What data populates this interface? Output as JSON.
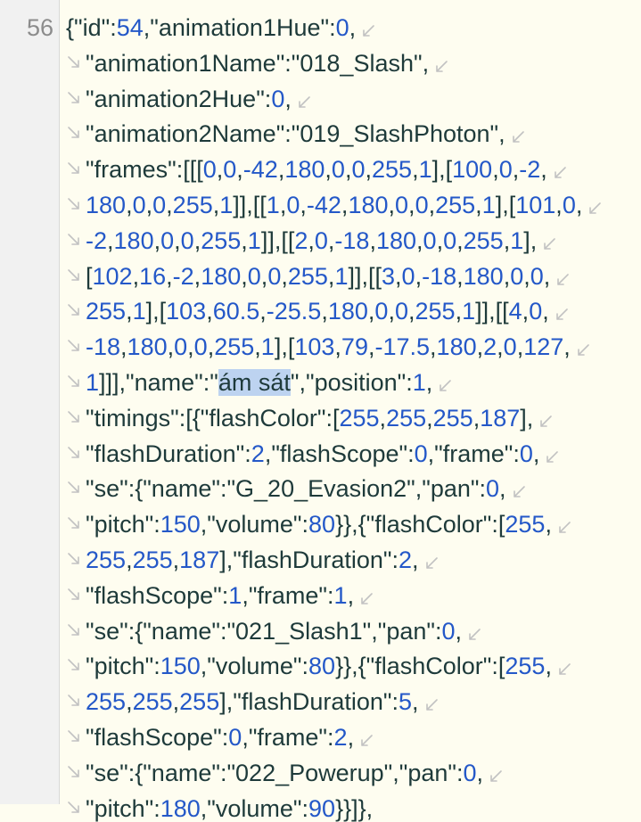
{
  "editor": {
    "line_number": "56",
    "wrap_icon_start": "wrap-continue-icon",
    "wrap_icon_end": "wrap-arrow-icon",
    "colors": {
      "background": "#fefdf0",
      "gutter": "#f1f1f1",
      "text": "#1e3a3a",
      "number": "#2458c8",
      "selection": "#bdd3f0",
      "wrap_icon": "#c2c2c2"
    },
    "lines": [
      [
        [
          "p",
          "{"
        ],
        [
          "s",
          "\"id\""
        ],
        [
          "p",
          ":"
        ],
        [
          "n",
          "54"
        ],
        [
          "p",
          ","
        ],
        [
          "s",
          "\"animation1Hue\""
        ],
        [
          "p",
          ":"
        ],
        [
          "n",
          "0"
        ],
        [
          "p",
          ","
        ]
      ],
      [
        [
          "s",
          "\"animation1Name\""
        ],
        [
          "p",
          ":"
        ],
        [
          "s",
          "\"018_Slash\""
        ],
        [
          "p",
          ","
        ]
      ],
      [
        [
          "s",
          "\"animation2Hue\""
        ],
        [
          "p",
          ":"
        ],
        [
          "n",
          "0"
        ],
        [
          "p",
          ","
        ]
      ],
      [
        [
          "s",
          "\"animation2Name\""
        ],
        [
          "p",
          ":"
        ],
        [
          "s",
          "\"019_SlashPhoton\""
        ],
        [
          "p",
          ","
        ]
      ],
      [
        [
          "s",
          "\"frames\""
        ],
        [
          "p",
          ":[[["
        ],
        [
          "n",
          "0"
        ],
        [
          "p",
          ","
        ],
        [
          "n",
          "0"
        ],
        [
          "p",
          ","
        ],
        [
          "n",
          "-42"
        ],
        [
          "p",
          ","
        ],
        [
          "n",
          "180"
        ],
        [
          "p",
          ","
        ],
        [
          "n",
          "0"
        ],
        [
          "p",
          ","
        ],
        [
          "n",
          "0"
        ],
        [
          "p",
          ","
        ],
        [
          "n",
          "255"
        ],
        [
          "p",
          ","
        ],
        [
          "n",
          "1"
        ],
        [
          "p",
          "],["
        ],
        [
          "n",
          "100"
        ],
        [
          "p",
          ","
        ],
        [
          "n",
          "0"
        ],
        [
          "p",
          ","
        ],
        [
          "n",
          "-2"
        ],
        [
          "p",
          ","
        ]
      ],
      [
        [
          "n",
          "180"
        ],
        [
          "p",
          ","
        ],
        [
          "n",
          "0"
        ],
        [
          "p",
          ","
        ],
        [
          "n",
          "0"
        ],
        [
          "p",
          ","
        ],
        [
          "n",
          "255"
        ],
        [
          "p",
          ","
        ],
        [
          "n",
          "1"
        ],
        [
          "p",
          "]],[["
        ],
        [
          "n",
          "1"
        ],
        [
          "p",
          ","
        ],
        [
          "n",
          "0"
        ],
        [
          "p",
          ","
        ],
        [
          "n",
          "-42"
        ],
        [
          "p",
          ","
        ],
        [
          "n",
          "180"
        ],
        [
          "p",
          ","
        ],
        [
          "n",
          "0"
        ],
        [
          "p",
          ","
        ],
        [
          "n",
          "0"
        ],
        [
          "p",
          ","
        ],
        [
          "n",
          "255"
        ],
        [
          "p",
          ","
        ],
        [
          "n",
          "1"
        ],
        [
          "p",
          "],["
        ],
        [
          "n",
          "101"
        ],
        [
          "p",
          ","
        ],
        [
          "n",
          "0"
        ],
        [
          "p",
          ","
        ]
      ],
      [
        [
          "n",
          "-2"
        ],
        [
          "p",
          ","
        ],
        [
          "n",
          "180"
        ],
        [
          "p",
          ","
        ],
        [
          "n",
          "0"
        ],
        [
          "p",
          ","
        ],
        [
          "n",
          "0"
        ],
        [
          "p",
          ","
        ],
        [
          "n",
          "255"
        ],
        [
          "p",
          ","
        ],
        [
          "n",
          "1"
        ],
        [
          "p",
          "]],[["
        ],
        [
          "n",
          "2"
        ],
        [
          "p",
          ","
        ],
        [
          "n",
          "0"
        ],
        [
          "p",
          ","
        ],
        [
          "n",
          "-18"
        ],
        [
          "p",
          ","
        ],
        [
          "n",
          "180"
        ],
        [
          "p",
          ","
        ],
        [
          "n",
          "0"
        ],
        [
          "p",
          ","
        ],
        [
          "n",
          "0"
        ],
        [
          "p",
          ","
        ],
        [
          "n",
          "255"
        ],
        [
          "p",
          ","
        ],
        [
          "n",
          "1"
        ],
        [
          "p",
          "],"
        ]
      ],
      [
        [
          "p",
          "["
        ],
        [
          "n",
          "102"
        ],
        [
          "p",
          ","
        ],
        [
          "n",
          "16"
        ],
        [
          "p",
          ","
        ],
        [
          "n",
          "-2"
        ],
        [
          "p",
          ","
        ],
        [
          "n",
          "180"
        ],
        [
          "p",
          ","
        ],
        [
          "n",
          "0"
        ],
        [
          "p",
          ","
        ],
        [
          "n",
          "0"
        ],
        [
          "p",
          ","
        ],
        [
          "n",
          "255"
        ],
        [
          "p",
          ","
        ],
        [
          "n",
          "1"
        ],
        [
          "p",
          "]],[["
        ],
        [
          "n",
          "3"
        ],
        [
          "p",
          ","
        ],
        [
          "n",
          "0"
        ],
        [
          "p",
          ","
        ],
        [
          "n",
          "-18"
        ],
        [
          "p",
          ","
        ],
        [
          "n",
          "180"
        ],
        [
          "p",
          ","
        ],
        [
          "n",
          "0"
        ],
        [
          "p",
          ","
        ],
        [
          "n",
          "0"
        ],
        [
          "p",
          ","
        ]
      ],
      [
        [
          "n",
          "255"
        ],
        [
          "p",
          ","
        ],
        [
          "n",
          "1"
        ],
        [
          "p",
          "],["
        ],
        [
          "n",
          "103"
        ],
        [
          "p",
          ","
        ],
        [
          "n",
          "60.5"
        ],
        [
          "p",
          ","
        ],
        [
          "n",
          "-25.5"
        ],
        [
          "p",
          ","
        ],
        [
          "n",
          "180"
        ],
        [
          "p",
          ","
        ],
        [
          "n",
          "0"
        ],
        [
          "p",
          ","
        ],
        [
          "n",
          "0"
        ],
        [
          "p",
          ","
        ],
        [
          "n",
          "255"
        ],
        [
          "p",
          ","
        ],
        [
          "n",
          "1"
        ],
        [
          "p",
          "]],[["
        ],
        [
          "n",
          "4"
        ],
        [
          "p",
          ","
        ],
        [
          "n",
          "0"
        ],
        [
          "p",
          ","
        ]
      ],
      [
        [
          "n",
          "-18"
        ],
        [
          "p",
          ","
        ],
        [
          "n",
          "180"
        ],
        [
          "p",
          ","
        ],
        [
          "n",
          "0"
        ],
        [
          "p",
          ","
        ],
        [
          "n",
          "0"
        ],
        [
          "p",
          ","
        ],
        [
          "n",
          "255"
        ],
        [
          "p",
          ","
        ],
        [
          "n",
          "1"
        ],
        [
          "p",
          "],["
        ],
        [
          "n",
          "103"
        ],
        [
          "p",
          ","
        ],
        [
          "n",
          "79"
        ],
        [
          "p",
          ","
        ],
        [
          "n",
          "-17.5"
        ],
        [
          "p",
          ","
        ],
        [
          "n",
          "180"
        ],
        [
          "p",
          ","
        ],
        [
          "n",
          "2"
        ],
        [
          "p",
          ","
        ],
        [
          "n",
          "0"
        ],
        [
          "p",
          ","
        ],
        [
          "n",
          "127"
        ],
        [
          "p",
          ","
        ]
      ],
      [
        [
          "n",
          "1"
        ],
        [
          "p",
          "]]],"
        ],
        [
          "s",
          "\"name\""
        ],
        [
          "p",
          ":"
        ],
        [
          "s",
          "\""
        ],
        [
          "h",
          "ám sát"
        ],
        [
          "s",
          "\""
        ],
        [
          "p",
          ","
        ],
        [
          "s",
          "\"position\""
        ],
        [
          "p",
          ":"
        ],
        [
          "n",
          "1"
        ],
        [
          "p",
          ","
        ]
      ],
      [
        [
          "s",
          "\"timings\""
        ],
        [
          "p",
          ":[{"
        ],
        [
          "s",
          "\"flashColor\""
        ],
        [
          "p",
          ":["
        ],
        [
          "n",
          "255"
        ],
        [
          "p",
          ","
        ],
        [
          "n",
          "255"
        ],
        [
          "p",
          ","
        ],
        [
          "n",
          "255"
        ],
        [
          "p",
          ","
        ],
        [
          "n",
          "187"
        ],
        [
          "p",
          "],"
        ]
      ],
      [
        [
          "s",
          "\"flashDuration\""
        ],
        [
          "p",
          ":"
        ],
        [
          "n",
          "2"
        ],
        [
          "p",
          ","
        ],
        [
          "s",
          "\"flashScope\""
        ],
        [
          "p",
          ":"
        ],
        [
          "n",
          "0"
        ],
        [
          "p",
          ","
        ],
        [
          "s",
          "\"frame\""
        ],
        [
          "p",
          ":"
        ],
        [
          "n",
          "0"
        ],
        [
          "p",
          ","
        ]
      ],
      [
        [
          "s",
          "\"se\""
        ],
        [
          "p",
          ":{"
        ],
        [
          "s",
          "\"name\""
        ],
        [
          "p",
          ":"
        ],
        [
          "s",
          "\"G_20_Evasion2\""
        ],
        [
          "p",
          ","
        ],
        [
          "s",
          "\"pan\""
        ],
        [
          "p",
          ":"
        ],
        [
          "n",
          "0"
        ],
        [
          "p",
          ","
        ]
      ],
      [
        [
          "s",
          "\"pitch\""
        ],
        [
          "p",
          ":"
        ],
        [
          "n",
          "150"
        ],
        [
          "p",
          ","
        ],
        [
          "s",
          "\"volume\""
        ],
        [
          "p",
          ":"
        ],
        [
          "n",
          "80"
        ],
        [
          "p",
          "}},{"
        ],
        [
          "s",
          "\"flashColor\""
        ],
        [
          "p",
          ":["
        ],
        [
          "n",
          "255"
        ],
        [
          "p",
          ","
        ]
      ],
      [
        [
          "n",
          "255"
        ],
        [
          "p",
          ","
        ],
        [
          "n",
          "255"
        ],
        [
          "p",
          ","
        ],
        [
          "n",
          "187"
        ],
        [
          "p",
          "],"
        ],
        [
          "s",
          "\"flashDuration\""
        ],
        [
          "p",
          ":"
        ],
        [
          "n",
          "2"
        ],
        [
          "p",
          ","
        ]
      ],
      [
        [
          "s",
          "\"flashScope\""
        ],
        [
          "p",
          ":"
        ],
        [
          "n",
          "1"
        ],
        [
          "p",
          ","
        ],
        [
          "s",
          "\"frame\""
        ],
        [
          "p",
          ":"
        ],
        [
          "n",
          "1"
        ],
        [
          "p",
          ","
        ]
      ],
      [
        [
          "s",
          "\"se\""
        ],
        [
          "p",
          ":{"
        ],
        [
          "s",
          "\"name\""
        ],
        [
          "p",
          ":"
        ],
        [
          "s",
          "\"021_Slash1\""
        ],
        [
          "p",
          ","
        ],
        [
          "s",
          "\"pan\""
        ],
        [
          "p",
          ":"
        ],
        [
          "n",
          "0"
        ],
        [
          "p",
          ","
        ]
      ],
      [
        [
          "s",
          "\"pitch\""
        ],
        [
          "p",
          ":"
        ],
        [
          "n",
          "150"
        ],
        [
          "p",
          ","
        ],
        [
          "s",
          "\"volume\""
        ],
        [
          "p",
          ":"
        ],
        [
          "n",
          "80"
        ],
        [
          "p",
          "}},{"
        ],
        [
          "s",
          "\"flashColor\""
        ],
        [
          "p",
          ":["
        ],
        [
          "n",
          "255"
        ],
        [
          "p",
          ","
        ]
      ],
      [
        [
          "n",
          "255"
        ],
        [
          "p",
          ","
        ],
        [
          "n",
          "255"
        ],
        [
          "p",
          ","
        ],
        [
          "n",
          "255"
        ],
        [
          "p",
          "],"
        ],
        [
          "s",
          "\"flashDuration\""
        ],
        [
          "p",
          ":"
        ],
        [
          "n",
          "5"
        ],
        [
          "p",
          ","
        ]
      ],
      [
        [
          "s",
          "\"flashScope\""
        ],
        [
          "p",
          ":"
        ],
        [
          "n",
          "0"
        ],
        [
          "p",
          ","
        ],
        [
          "s",
          "\"frame\""
        ],
        [
          "p",
          ":"
        ],
        [
          "n",
          "2"
        ],
        [
          "p",
          ","
        ]
      ],
      [
        [
          "s",
          "\"se\""
        ],
        [
          "p",
          ":{"
        ],
        [
          "s",
          "\"name\""
        ],
        [
          "p",
          ":"
        ],
        [
          "s",
          "\"022_Powerup\""
        ],
        [
          "p",
          ","
        ],
        [
          "s",
          "\"pan\""
        ],
        [
          "p",
          ":"
        ],
        [
          "n",
          "0"
        ],
        [
          "p",
          ","
        ]
      ],
      [
        [
          "s",
          "\"pitch\""
        ],
        [
          "p",
          ":"
        ],
        [
          "n",
          "180"
        ],
        [
          "p",
          ","
        ],
        [
          "s",
          "\"volume\""
        ],
        [
          "p",
          ":"
        ],
        [
          "n",
          "90"
        ],
        [
          "p",
          "}}]},"
        ]
      ]
    ]
  }
}
